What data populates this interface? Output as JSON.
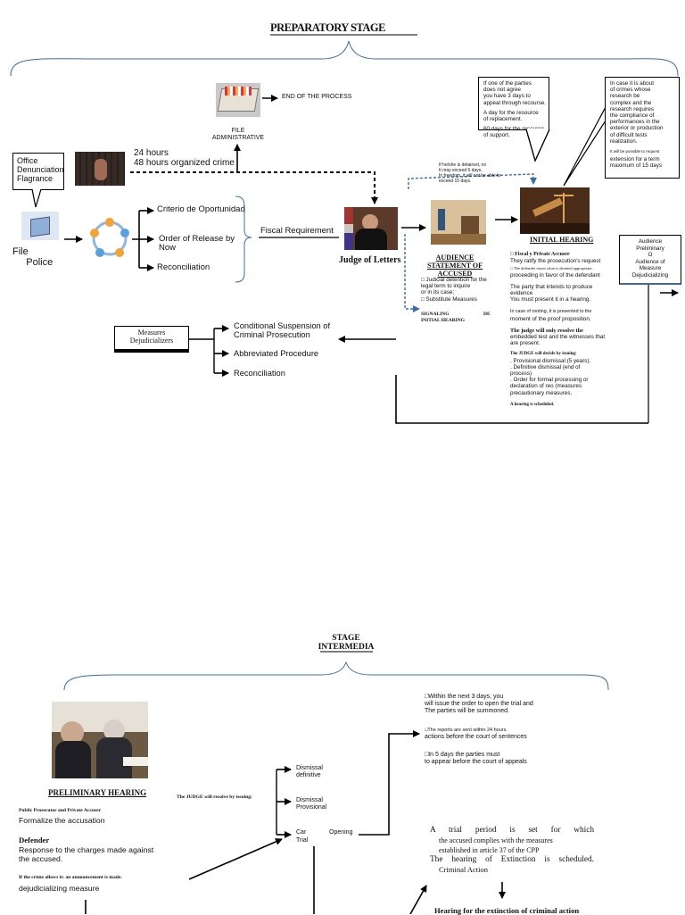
{
  "prep": {
    "title": "PREPARATORY STAGE",
    "end_of_process": "END OF THE PROCESS",
    "file_admin": "FILE\nADMINISTRATIVE",
    "office_box": "Office\nDenunciation\nFlagrance",
    "file_police": "File\n     Police",
    "hours_24": "24 hours",
    "hours_48": "48 hours organized crime",
    "options": [
      "Criterio de Oportunidad",
      "Order of Release by\nNow",
      "Reconciliation"
    ],
    "fiscal_requirement": "Fiscal Requirement",
    "judge_of_letters": "Judge of Letters",
    "detained_note": "If he/she is detained, no\nIt may exceed 6 days.\nIn freedom, it will not be able to\nexceed 15 days.",
    "callout_left": {
      "p1": "If one of the parties\ndoes not agree\nyou have 3 days to\nappeal through recourse.",
      "p2": "A day for the resource\nof replacement.",
      "p3": "60 days for the resource\nof support."
    },
    "callout_right": {
      "p1": "In case it is about\nof crimes whose\nresearch be\ncomplex and the\nresearch requires\nthe compliance of\nperformances in the\nexterior or production\nof difficult tests\nrealization.",
      "p2": "It will be possible to request",
      "p3": "extension for a term\nmaximum of 15 days"
    },
    "audience_statement": "AUDIENCE\nSTATEMENT OF\nACCUSED",
    "audience_items": "□ Judicial detention for the\nlegal term to inquire\nor in its case;\n□ Substitute Measures",
    "signaling": "SIGNALING",
    "signaling_de": "DE",
    "signaling_2": "INITIAL HEARING",
    "initial_hearing": "INITIAL HEARING",
    "ih": {
      "l1a": "□ Fiscal y Private Accuser",
      "l1b": "They ratify the prosecution's request",
      "l2a": "□ The defender raises what is deemed appropriate.",
      "l2b": "proceeding in favor of the defendant",
      "l3a": "The party that intends to produce evidence",
      "l3b": "You must present it in a hearing.",
      "l4a": "In case of rooting, it is presented to the",
      "l4b": "moment of the proof proposition.",
      "l5a": "The judge will only resolve the",
      "l5b": "embedded test and the witnesses that\nare present.",
      "l6": "The JUDGE will decide by issuing:",
      "l7": ". Provisional dismissal (5 years).\n. Definitive dismissal (end of\nprocess)\n. Order for formal processing or\ndeclaration of reo (measures\nprecautionary measures.",
      "l8": "A hearing is scheduled."
    },
    "audience_prelim": "Audience\nPreliminary\nO\nAudience of\nMeasure\nDejudicializing",
    "measures_box": "Measures\nDejudicializers",
    "measures": [
      "Conditional Suspension of\nCriminal Prosecution",
      "Abbreviated Procedure",
      "Reconciliation"
    ]
  },
  "inter": {
    "title1": "STAGE",
    "title2": "INTERMEDIA",
    "preliminary_hearing": "PRELIMINARY HEARING",
    "public_prosecutor": "Public Prosecutor and Private Accuser",
    "formalize": "Formalize the accusation",
    "defender": "Defender",
    "response": "Response to the charges made against\nthe accused.",
    "crime_allows": "If the crime allows it: an announcement is made.",
    "dejud": "dejudicializing measure",
    "judge_resolve": "The JUDGE will resolve by issuing:",
    "dismissal_def": "Dismissal\ndefinitive",
    "dismissal_prov": "Dismissal\nProvisional",
    "car": "Car",
    "opening": "Opening",
    "trial": "Trial",
    "tr1a": "□Within the next 3 days, you",
    "tr1b": "will issue the order to open the trial and\nThe parties will be summoned.",
    "tr2a": "□The reports are sent within 24 hours.",
    "tr2b": "actions before the court of sentences",
    "tr3a": "□In 5 days the parties must",
    "tr3b": "to appear before the court of appeals",
    "trial_period_1": "A trial period is set for which",
    "trial_period_2": "the accused complies with the measures\nestablished in article 37 of the CPP",
    "extinction_1": "The hearing of Extinction is scheduled.",
    "extinction_2": "Criminal Action",
    "hearing_extinction": "Hearing for the extinction of criminal action"
  }
}
